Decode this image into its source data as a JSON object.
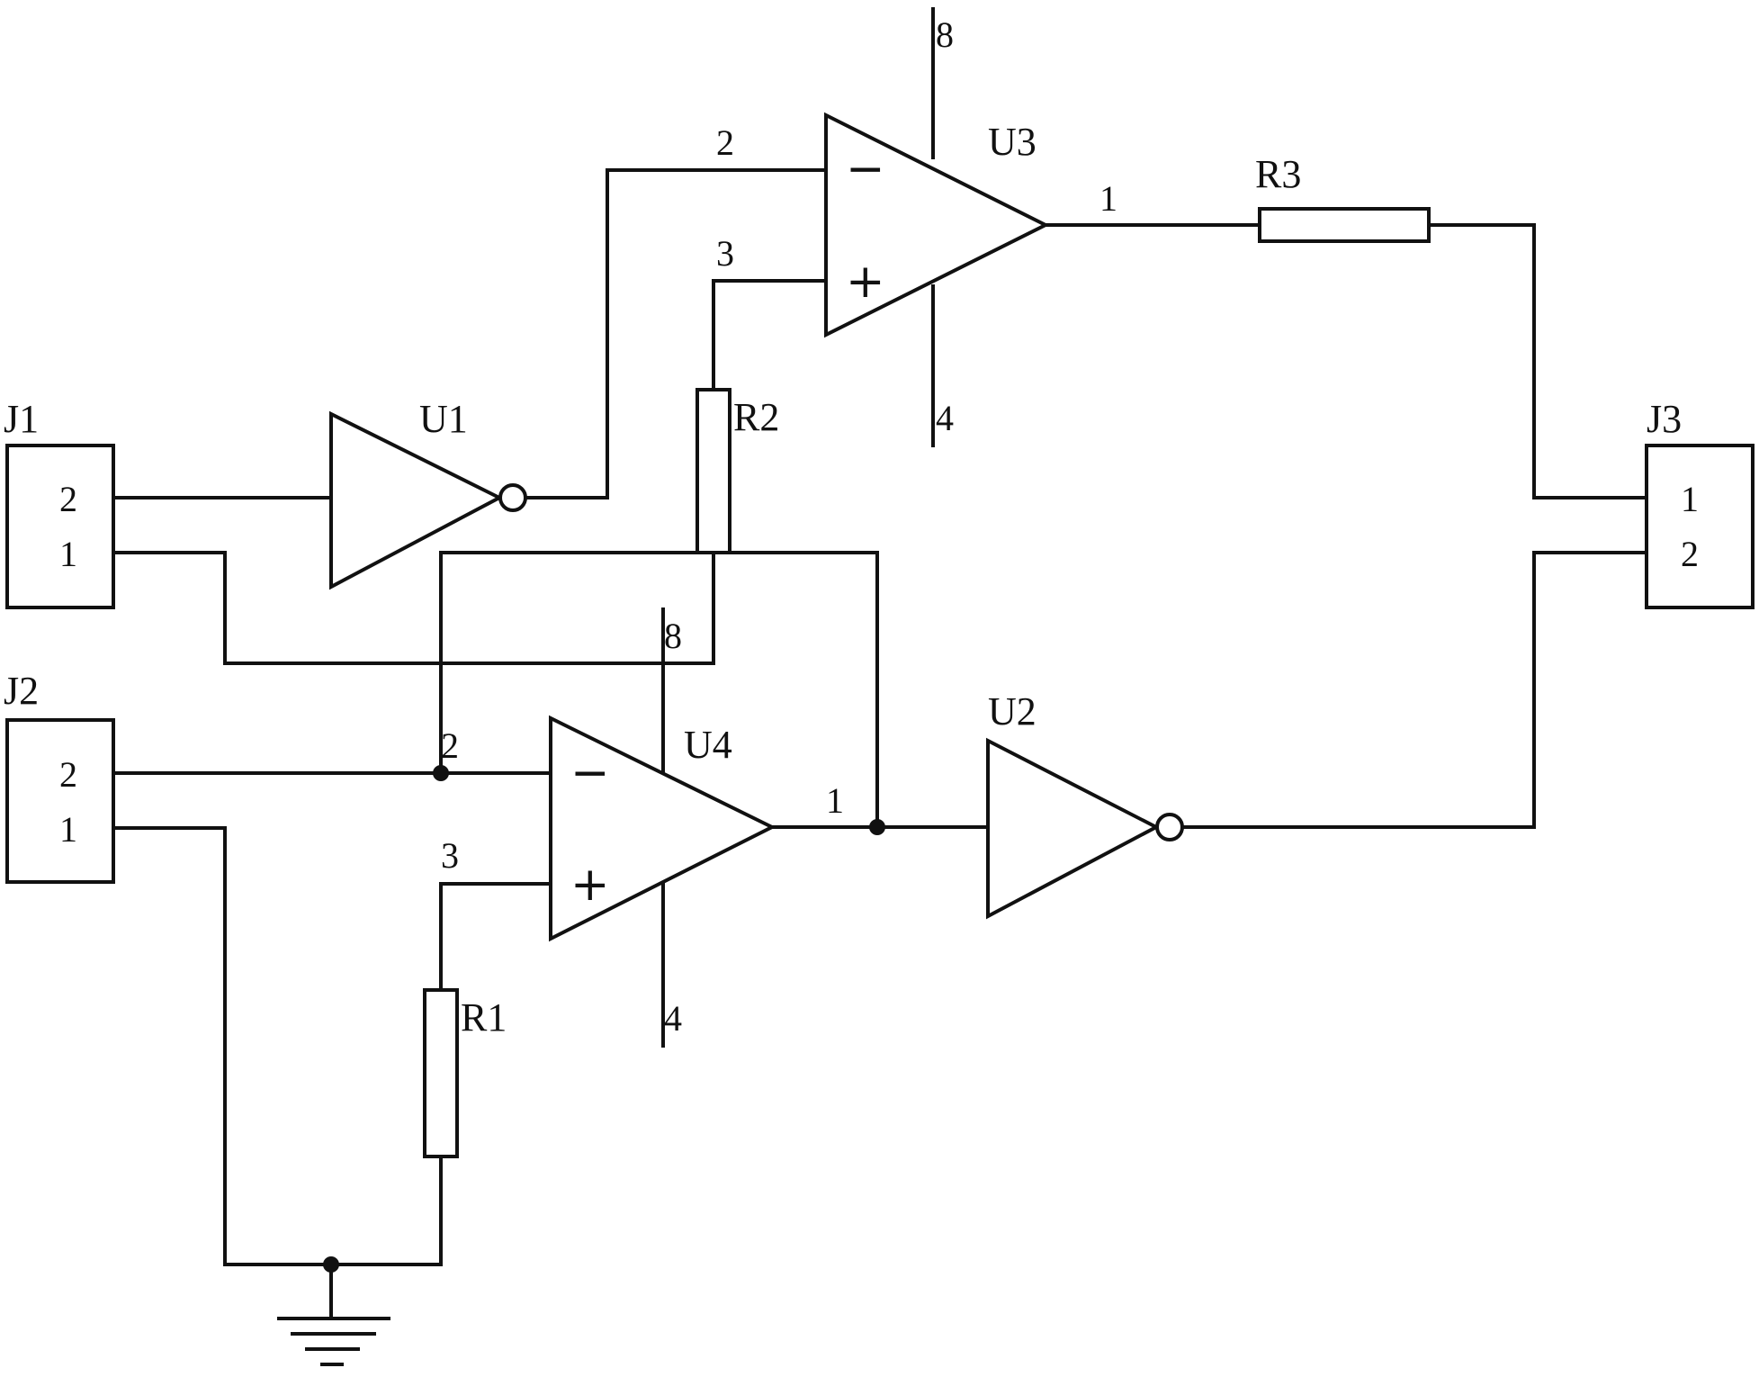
{
  "components": {
    "J1": {
      "label": "J1",
      "pins": [
        "2",
        "1"
      ]
    },
    "J2": {
      "label": "J2",
      "pins": [
        "2",
        "1"
      ]
    },
    "J3": {
      "label": "J3",
      "pins": [
        "1",
        "2"
      ]
    },
    "U1": {
      "label": "U1"
    },
    "U2": {
      "label": "U2"
    },
    "U3": {
      "label": "U3",
      "pin_inv": "2",
      "pin_noninv": "3",
      "pin_out": "1",
      "pin_vplus": "8",
      "pin_vminus": "4"
    },
    "U4": {
      "label": "U4",
      "pin_inv": "2",
      "pin_noninv": "3",
      "pin_out": "1",
      "pin_vplus": "8",
      "pin_vminus": "4"
    },
    "R1": {
      "label": "R1"
    },
    "R2": {
      "label": "R2"
    },
    "R3": {
      "label": "R3"
    }
  },
  "symbols": {
    "minus": "−",
    "plus": "+"
  }
}
